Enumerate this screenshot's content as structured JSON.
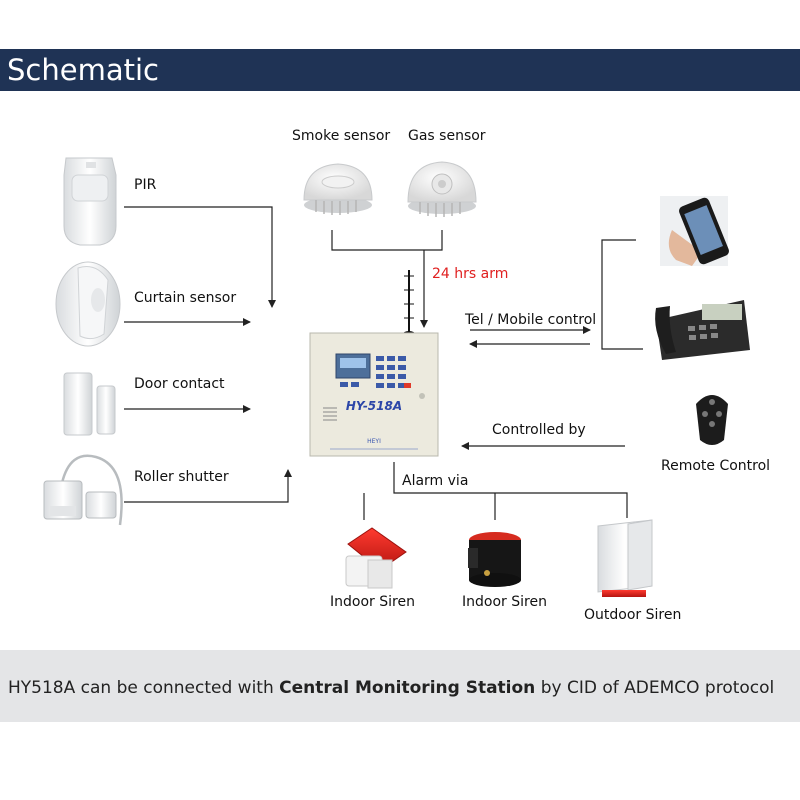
{
  "header": {
    "title": "Schematic"
  },
  "devices": {
    "pir": "PIR",
    "curtain": "Curtain sensor",
    "door": "Door contact",
    "roller": "Roller shutter",
    "smoke": "Smoke sensor",
    "gas": "Gas sensor",
    "remote": "Remote Control",
    "siren_indoor_1": "Indoor Siren",
    "siren_indoor_2": "Indoor Siren",
    "siren_outdoor": "Outdoor Siren"
  },
  "panel": {
    "brand_text": "HY-518A",
    "logo_text": "HEYI"
  },
  "annotations": {
    "arm": "24 hrs arm",
    "tel": "Tel / Mobile control",
    "controlled": "Controlled by",
    "alarm": "Alarm via"
  },
  "footer": {
    "prefix": "HY518A can be connected with ",
    "bold": "Central Monitoring Station",
    "suffix": " by CID of ADEMCO protocol"
  },
  "colors": {
    "header_bg": "#1f3355",
    "footer_bg": "#e4e5e7",
    "arm_text": "#e02020",
    "line": "#222222"
  }
}
